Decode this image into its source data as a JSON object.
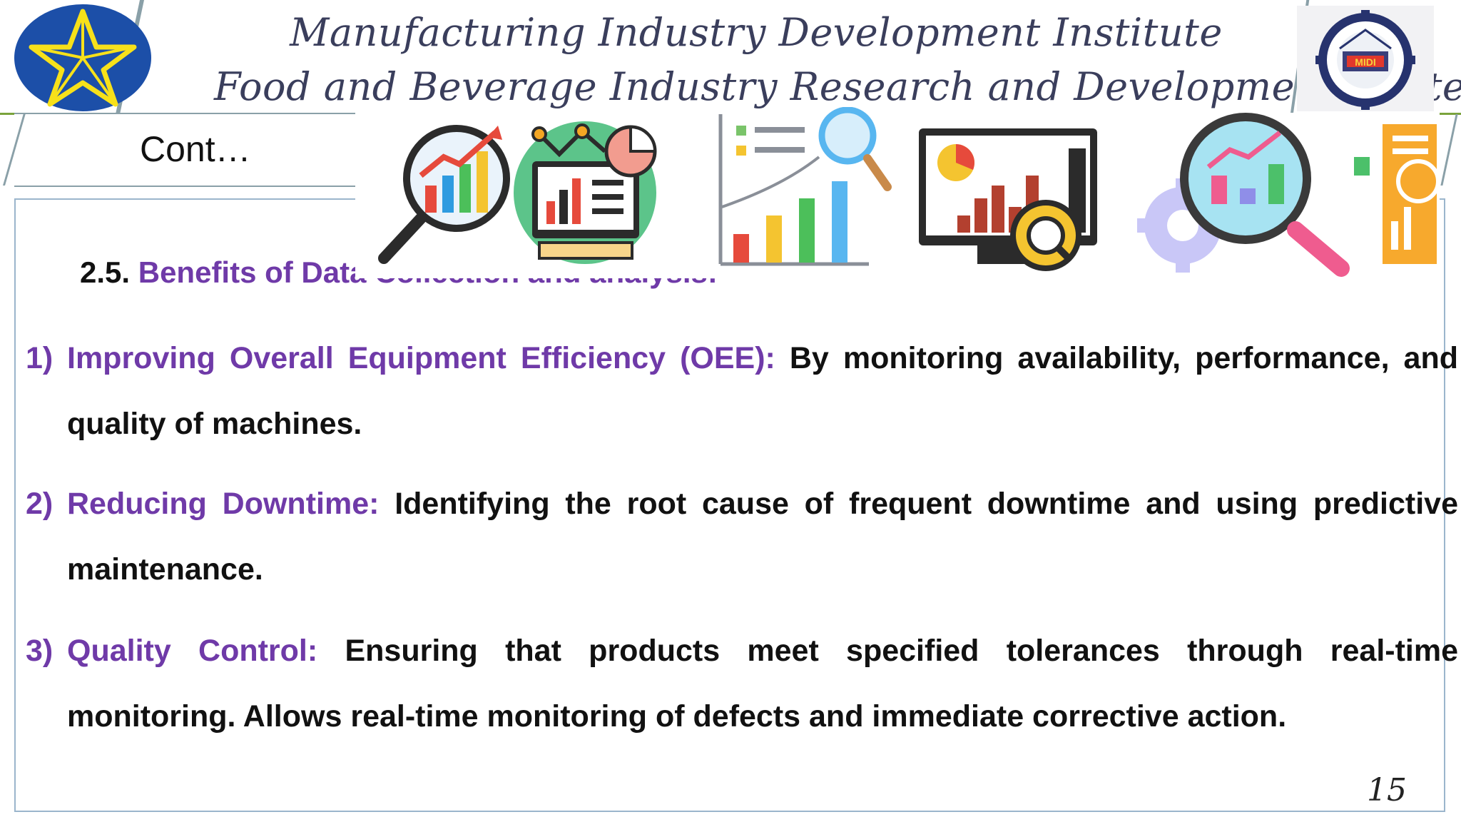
{
  "header": {
    "title_line1": "Manufacturing Industry Development Institute",
    "title_line2": "Food and Beverage Industry Research and Development Center",
    "left_emblem": "star-emblem-icon",
    "right_logo": "midi-logo-icon",
    "right_logo_text": "MIDI"
  },
  "slide": {
    "subtitle": "Cont…",
    "section_number": "2.5.",
    "section_title": "Benefits of Data Collection and analysis:",
    "items": [
      {
        "number": "1)",
        "lead": "Improving Overall Equipment Efficiency (OEE):",
        "text": " By monitoring availability, performance, and quality of machines."
      },
      {
        "number": "2)",
        "lead": "Reducing Downtime:",
        "text": " Identifying the root cause of frequent downtime and using predictive maintenance."
      },
      {
        "number": "3)",
        "lead": "Quality Control:",
        "text": " Ensuring that products meet specified tolerances through real-time monitoring. Allows real-time monitoring of defects and immediate corrective action."
      }
    ],
    "page_number": "15"
  },
  "icons": [
    "magnifier-bar-chart-icon",
    "monitor-analytics-icon",
    "report-chart-magnifier-icon",
    "dashboard-monitor-icon",
    "gear-magnifier-chart-icon",
    "document-magnifier-icon"
  ],
  "colors": {
    "accent_purple": "#6f3aa8",
    "header_line_green": "#7aa33c",
    "emblem_blue": "#1c4fa8",
    "emblem_yellow": "#f7e11a"
  }
}
